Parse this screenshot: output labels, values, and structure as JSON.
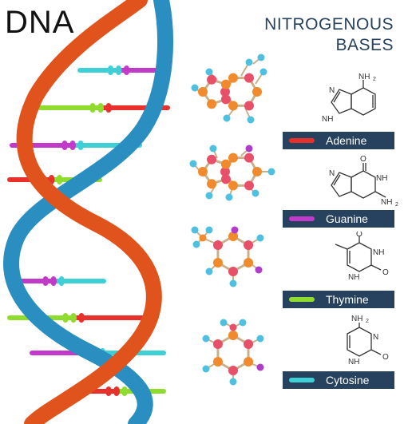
{
  "title": "DNA",
  "heading": {
    "line1": "NITROGENOUS",
    "line2": "BASES"
  },
  "bases": [
    {
      "name": "Adenine",
      "color": "#e8302c"
    },
    {
      "name": "Guanine",
      "color": "#c23ac9"
    },
    {
      "name": "Thymine",
      "color": "#8fdc2e"
    },
    {
      "name": "Cytosine",
      "color": "#3fd0d6"
    }
  ],
  "formula_labels": {
    "adenine": {
      "nh2": "NH",
      "sub2": "2",
      "n": "N",
      "nh": "NH"
    },
    "guanine": {
      "o": "O",
      "nh": "NH",
      "nh2": "NH",
      "sub2": "2",
      "n": "N"
    },
    "thymine": {
      "o": "O",
      "nh": "NH"
    },
    "cytosine": {
      "nh2": "NH",
      "sub2": "2",
      "n": "N",
      "nh": "NH",
      "o": "O"
    }
  },
  "colors": {
    "strand_orange": "#e0531c",
    "strand_blue": "#2a8fc0",
    "atom_orange": "#f08a2c",
    "atom_pink": "#e8506a",
    "atom_cyan": "#4fc0e0",
    "atom_purple": "#b03cc8",
    "label_bg": "#27425e"
  },
  "rungs": [
    {
      "left": "#3fd0d6",
      "right": "#c23ac9"
    },
    {
      "left": "#8fdc2e",
      "right": "#e8302c"
    },
    {
      "left": "#c23ac9",
      "right": "#3fd0d6"
    },
    {
      "left": "#e8302c",
      "right": "#8fdc2e"
    },
    {
      "left": "#c23ac9",
      "right": "#3fd0d6"
    },
    {
      "left": "#8fdc2e",
      "right": "#e8302c"
    },
    {
      "left": "#c23ac9",
      "right": "#3fd0d6"
    },
    {
      "left": "#e8302c",
      "right": "#8fdc2e"
    }
  ]
}
